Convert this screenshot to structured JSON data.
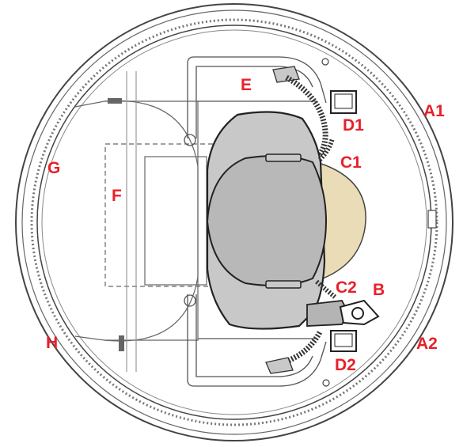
{
  "labels": {
    "A1": "A1",
    "A2": "A2",
    "B": "B",
    "C1": "C1",
    "C2": "C2",
    "D1": "D1",
    "D2": "D2",
    "E": "E",
    "F": "F",
    "G": "G",
    "H": "H"
  },
  "colors": {
    "label": "#e8202a",
    "line": "#2a2a2a",
    "faint_line": "#9a9a9a",
    "gray_fill": "#c8c8c8",
    "gray_dark": "#b4b4b4",
    "beige_fill": "#eadcb6",
    "background": "#ffffff"
  }
}
